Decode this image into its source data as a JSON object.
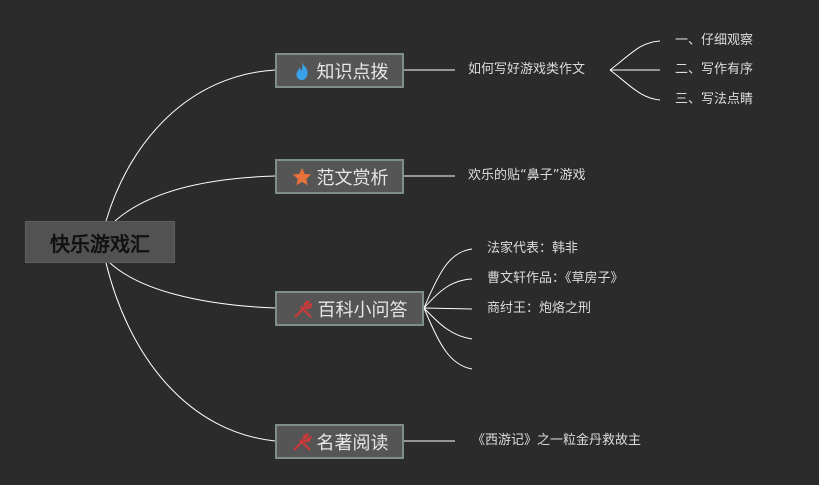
{
  "root": {
    "label": "快乐游戏汇"
  },
  "branches": [
    {
      "label": "知识点拨",
      "icon": "fire-icon",
      "child": "如何写好游戏类作文",
      "grandchildren": [
        "一、仔细观察",
        "二、写作有序",
        "三、写法点睛"
      ]
    },
    {
      "label": "范文赏析",
      "icon": "star-icon",
      "child": "欢乐的贴“鼻子”游戏"
    },
    {
      "label": "百科小问答",
      "icon": "tools-icon",
      "children": [
        "法家代表：韩非",
        "曹文轩作品：《草房子》",
        "商纣王：炮烙之刑",
        "",
        ""
      ]
    },
    {
      "label": "名著阅读",
      "icon": "tools-icon",
      "child": "《西游记》之一粒金丹救故主"
    }
  ],
  "colors": {
    "background": "#2b2b2b",
    "connector": "#ffffff",
    "node_fill": "#555555",
    "node_border": "#7d8f86",
    "fire": "#3aa0e8",
    "star": "#e8703a",
    "tools": "#c83a3a"
  }
}
